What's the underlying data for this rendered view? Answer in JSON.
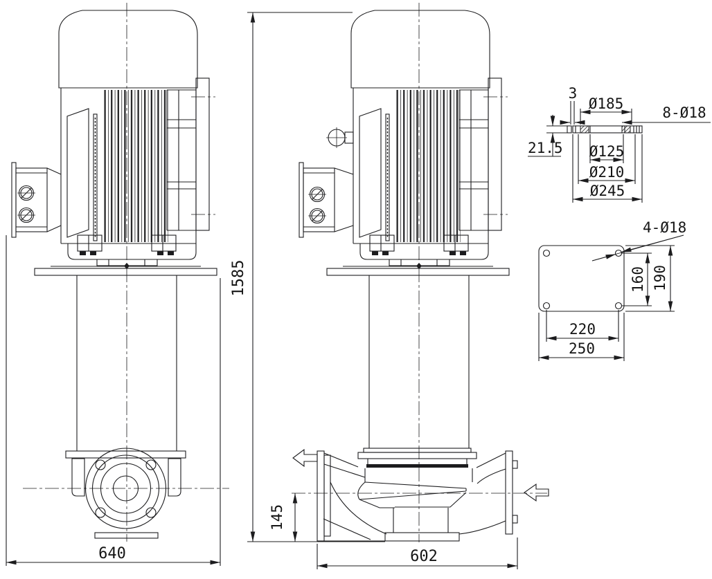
{
  "drawing": {
    "colors": {
      "background": "#ffffff",
      "line": "#1c1c1e"
    },
    "front_view": {
      "overall_width": "640"
    },
    "side_view": {
      "overall_height": "1585",
      "port_centerline_height": "145",
      "casing_width": "602"
    },
    "flange_detail": {
      "step_width": "3",
      "raised_face_diameter": "Ø185",
      "bolt_hole_callout": "8-Ø18",
      "flange_thickness": "21.5",
      "bore_diameter": "Ø125",
      "bolt_circle_diameter": "Ø210",
      "outside_diameter": "Ø245"
    },
    "base_plate_detail": {
      "bolt_hole_callout": "4-Ø18",
      "bolt_spacing_depth": "160",
      "plate_depth": "190",
      "bolt_spacing_width": "220",
      "plate_width": "250"
    }
  }
}
